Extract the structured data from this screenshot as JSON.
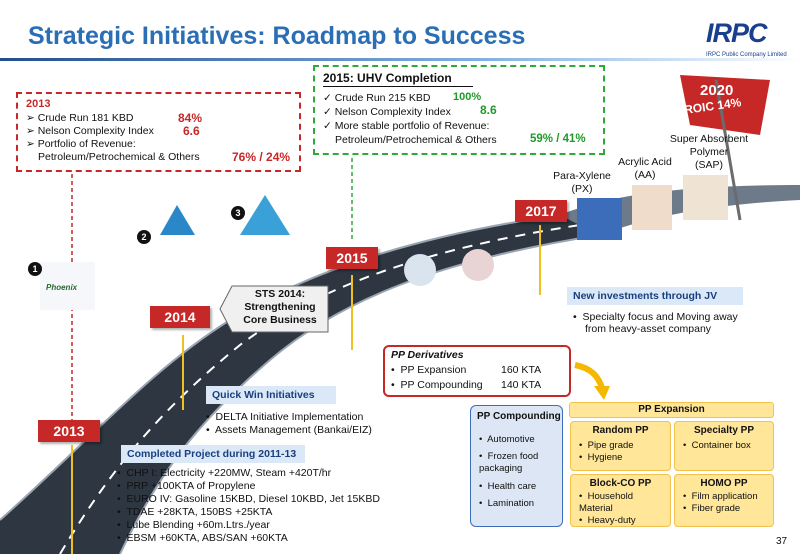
{
  "header": {
    "title": "Strategic Initiatives: Roadmap to Success",
    "logo_text": "IRPC",
    "logo_sub": "IRPC Public Company Limited"
  },
  "box_2013": {
    "year": "2013",
    "items": [
      {
        "label": "Crude Run  181 KBD",
        "value": "84%"
      },
      {
        "label": "Nelson Complexity Index",
        "value": "6.6"
      },
      {
        "label": "Portfolio of  Revenue:",
        "value": ""
      },
      {
        "label": "Petroleum/Petrochemical & Others",
        "value": "76% / 24%"
      }
    ]
  },
  "box_2015": {
    "title": "2015: UHV Completion",
    "items": [
      {
        "label": "Crude Run 215 KBD",
        "value": "100%"
      },
      {
        "label": "Nelson Complexity Index",
        "value": "8.6"
      },
      {
        "label": "More stable portfolio of Revenue:",
        "value": ""
      },
      {
        "label": "Petroleum/Petrochemical & Others",
        "value": "59% / 41%"
      }
    ]
  },
  "flag_2020": {
    "year": "2020",
    "roic": "ROIC 14%"
  },
  "products": [
    {
      "name": "Para-Xylene",
      "abbr": "(PX)"
    },
    {
      "name": "Acrylic Acid",
      "abbr": "(AA)"
    },
    {
      "name": "Super Absorbent Polymer",
      "abbr": "(SAP)"
    }
  ],
  "badges": [
    "1",
    "2",
    "3"
  ],
  "logo_phoenix": "Phoenix",
  "years": {
    "y2013": "2013",
    "y2014": "2014",
    "y2015": "2015",
    "y2017": "2017"
  },
  "sts": {
    "line1": "STS 2014:",
    "line2": "Strengthening",
    "line3": "Core Business"
  },
  "jv": {
    "title": "New investments through JV",
    "bullets": [
      "Specialty focus and Moving away",
      "from heavy-asset company"
    ]
  },
  "quick_win": {
    "title": "Quick Win Initiatives",
    "bullets": [
      "DELTA Initiative Implementation",
      "Assets Management (Bankai/EIZ)"
    ]
  },
  "completed": {
    "title": "Completed Project during 2011-13",
    "bullets": [
      "CHP I: Electricity +220MW, Steam +420T/hr",
      "PRP +100KTA of Propylene",
      "EURO IV: Gasoline 15KBD, Diesel 10KBD, Jet 15KBD",
      "TDAE +28KTA, 150BS +25KTA",
      "Lube Blending +60m.Ltrs./year",
      "EBSM +60KTA, ABS/SAN +60KTA"
    ]
  },
  "pp_derivatives": {
    "title": "PP Derivatives",
    "rows": [
      {
        "label": "PP Expansion",
        "value": "160  KTA"
      },
      {
        "label": "PP Compounding",
        "value": "140  KTA"
      }
    ]
  },
  "pp_compounding": {
    "title": "PP Compounding",
    "items": [
      "Automotive",
      "Frozen food packaging",
      "Health care",
      "Lamination"
    ]
  },
  "pp_expansion": {
    "title": "PP Expansion",
    "cards": [
      {
        "title": "Random PP",
        "items": [
          "Pipe grade",
          "Hygiene"
        ]
      },
      {
        "title": "Specialty PP",
        "items": [
          "Container box"
        ]
      },
      {
        "title": "Block-CO PP",
        "items": [
          "Household Material",
          "Heavy-duty"
        ]
      },
      {
        "title": "HOMO PP",
        "items": [
          "Film application",
          "Fiber grade"
        ]
      }
    ]
  },
  "page_number": "37"
}
